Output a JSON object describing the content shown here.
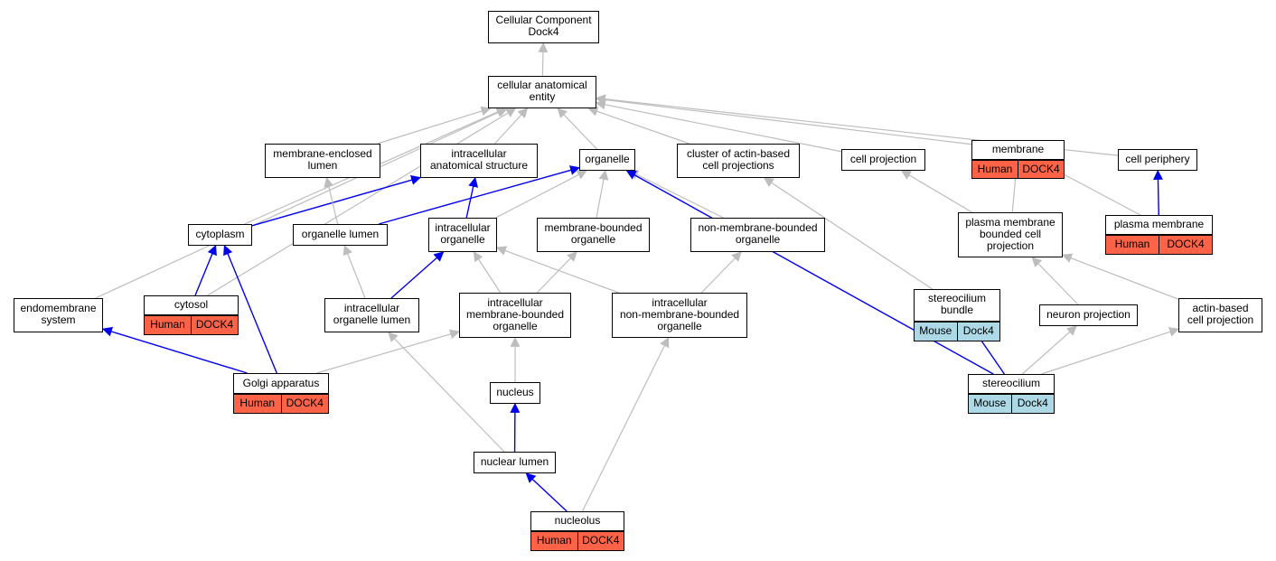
{
  "colors": {
    "is_a_edge": "#bdbdbd",
    "part_of_edge": "#0000ee",
    "human_annotation": "#ff6347",
    "mouse_annotation": "#add8e6"
  },
  "nodes": {
    "root": "Cellular Component\nDock4",
    "cae": "cellular anatomical\nentity",
    "mel": "membrane-enclosed\nlumen",
    "ias": "intracellular\nanatomical structure",
    "org": "organelle",
    "cab": "cluster of actin-based\ncell projections",
    "cproj": "cell projection",
    "mem": "membrane",
    "cper": "cell periphery",
    "cyto": "cytoplasm",
    "orglum": "organelle lumen",
    "intorg": "intracellular\norganelle",
    "mbo": "membrane-bounded\norganelle",
    "nmbo": "non-membrane-bounded\norganelle",
    "pmbcp": "plasma membrane\nbounded cell\nprojection",
    "pm": "plasma membrane",
    "endo": "endomembrane\nsystem",
    "cytosol": "cytosol",
    "iol": "intracellular\norganelle lumen",
    "imbo": "intracellular\nmembrane-bounded\norganelle",
    "inmbo": "intracellular\nnon-membrane-bounded\norganelle",
    "scb": "stereocilium\nbundle",
    "np": "neuron projection",
    "abcp": "actin-based\ncell projection",
    "golgi": "Golgi apparatus",
    "nucleus": "nucleus",
    "sc": "stereocilium",
    "nl": "nuclear lumen",
    "nucleolus": "nucleolus"
  },
  "annotations": {
    "mem": [
      "Human",
      "DOCK4"
    ],
    "pm": [
      "Human",
      "DOCK4"
    ],
    "cytosol": [
      "Human",
      "DOCK4"
    ],
    "scb": [
      "Mouse",
      "Dock4"
    ],
    "golgi": [
      "Human",
      "DOCK4"
    ],
    "sc": [
      "Mouse",
      "Dock4"
    ],
    "nucleolus": [
      "Human",
      "DOCK4"
    ]
  },
  "edges": [
    {
      "from": "cae",
      "to": "root",
      "type": "is_a"
    },
    {
      "from": "mel",
      "to": "cae",
      "type": "is_a"
    },
    {
      "from": "ias",
      "to": "cae",
      "type": "is_a"
    },
    {
      "from": "org",
      "to": "cae",
      "type": "is_a"
    },
    {
      "from": "cab",
      "to": "cae",
      "type": "is_a"
    },
    {
      "from": "cproj",
      "to": "cae",
      "type": "is_a"
    },
    {
      "from": "mem",
      "to": "cae",
      "type": "is_a"
    },
    {
      "from": "cper",
      "to": "cae",
      "type": "is_a"
    },
    {
      "from": "cyto",
      "to": "cae",
      "type": "is_a"
    },
    {
      "from": "endo",
      "to": "cae",
      "type": "is_a"
    },
    {
      "from": "cytosol",
      "to": "cae",
      "type": "is_a"
    },
    {
      "from": "cyto",
      "to": "ias",
      "type": "part_of"
    },
    {
      "from": "orglum",
      "to": "org",
      "type": "part_of"
    },
    {
      "from": "orglum",
      "to": "mel",
      "type": "is_a"
    },
    {
      "from": "intorg",
      "to": "ias",
      "type": "part_of"
    },
    {
      "from": "intorg",
      "to": "org",
      "type": "is_a"
    },
    {
      "from": "mbo",
      "to": "org",
      "type": "is_a"
    },
    {
      "from": "nmbo",
      "to": "org",
      "type": "is_a"
    },
    {
      "from": "cytosol",
      "to": "cyto",
      "type": "part_of"
    },
    {
      "from": "golgi",
      "to": "cyto",
      "type": "part_of"
    },
    {
      "from": "golgi",
      "to": "endo",
      "type": "part_of"
    },
    {
      "from": "golgi",
      "to": "imbo",
      "type": "is_a"
    },
    {
      "from": "iol",
      "to": "intorg",
      "type": "part_of"
    },
    {
      "from": "iol",
      "to": "orglum",
      "type": "is_a"
    },
    {
      "from": "imbo",
      "to": "intorg",
      "type": "is_a"
    },
    {
      "from": "imbo",
      "to": "mbo",
      "type": "is_a"
    },
    {
      "from": "inmbo",
      "to": "intorg",
      "type": "is_a"
    },
    {
      "from": "inmbo",
      "to": "nmbo",
      "type": "is_a"
    },
    {
      "from": "nucleus",
      "to": "imbo",
      "type": "is_a"
    },
    {
      "from": "nl",
      "to": "nucleus",
      "type": "part_of"
    },
    {
      "from": "nl",
      "to": "iol",
      "type": "is_a"
    },
    {
      "from": "nucleolus",
      "to": "nl",
      "type": "part_of"
    },
    {
      "from": "nucleolus",
      "to": "inmbo",
      "type": "is_a"
    },
    {
      "from": "pmbcp",
      "to": "cproj",
      "type": "is_a"
    },
    {
      "from": "pmbcp",
      "to": "mem",
      "type": "is_a"
    },
    {
      "from": "pm",
      "to": "cper",
      "type": "part_of"
    },
    {
      "from": "pm",
      "to": "mem",
      "type": "is_a"
    },
    {
      "from": "scb",
      "to": "cab",
      "type": "is_a"
    },
    {
      "from": "sc",
      "to": "scb",
      "type": "part_of"
    },
    {
      "from": "sc",
      "to": "org",
      "type": "part_of"
    },
    {
      "from": "sc",
      "to": "np",
      "type": "is_a"
    },
    {
      "from": "sc",
      "to": "abcp",
      "type": "is_a"
    },
    {
      "from": "np",
      "to": "pmbcp",
      "type": "is_a"
    },
    {
      "from": "abcp",
      "to": "pmbcp",
      "type": "is_a"
    }
  ]
}
